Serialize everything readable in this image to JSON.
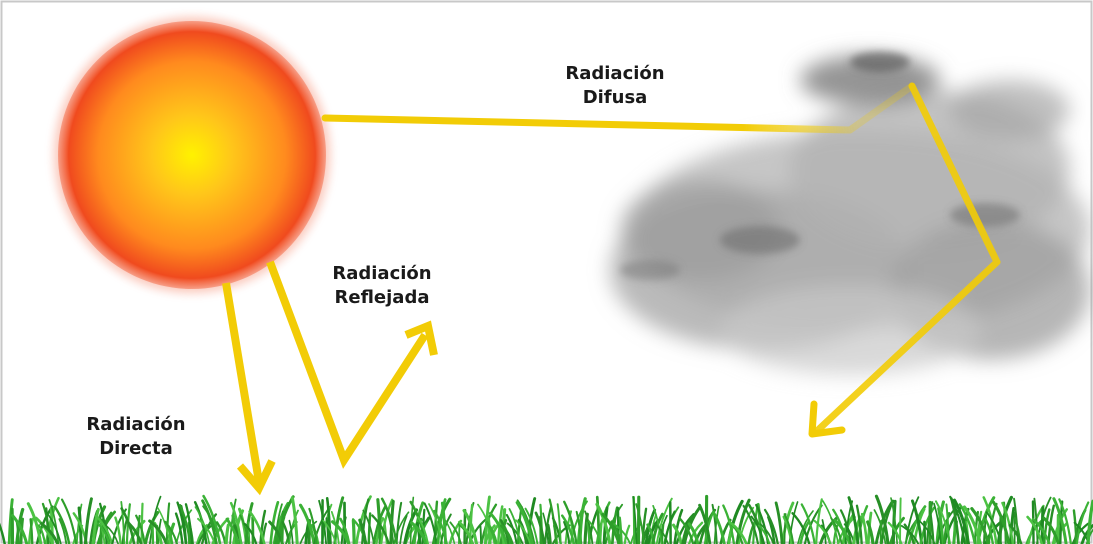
{
  "labels": {
    "difusa": [
      "Radiación",
      "Difusa"
    ],
    "reflejada": [
      "Radiación",
      "Reflejada"
    ],
    "directa": [
      "Radiación",
      "Directa"
    ]
  },
  "colors": {
    "ray": "#f2cc06",
    "sun_core": "#ffe600",
    "sun_mid": "#ff9a1f",
    "sun_edge": "#e53d1c",
    "cloud": "#8e8e8e",
    "grass": "#2e9e2a",
    "frame": "#c8c8c8"
  },
  "icons": {
    "sun": "sun-icon",
    "cloud": "cloud-icon",
    "grass": "grass-icon"
  }
}
